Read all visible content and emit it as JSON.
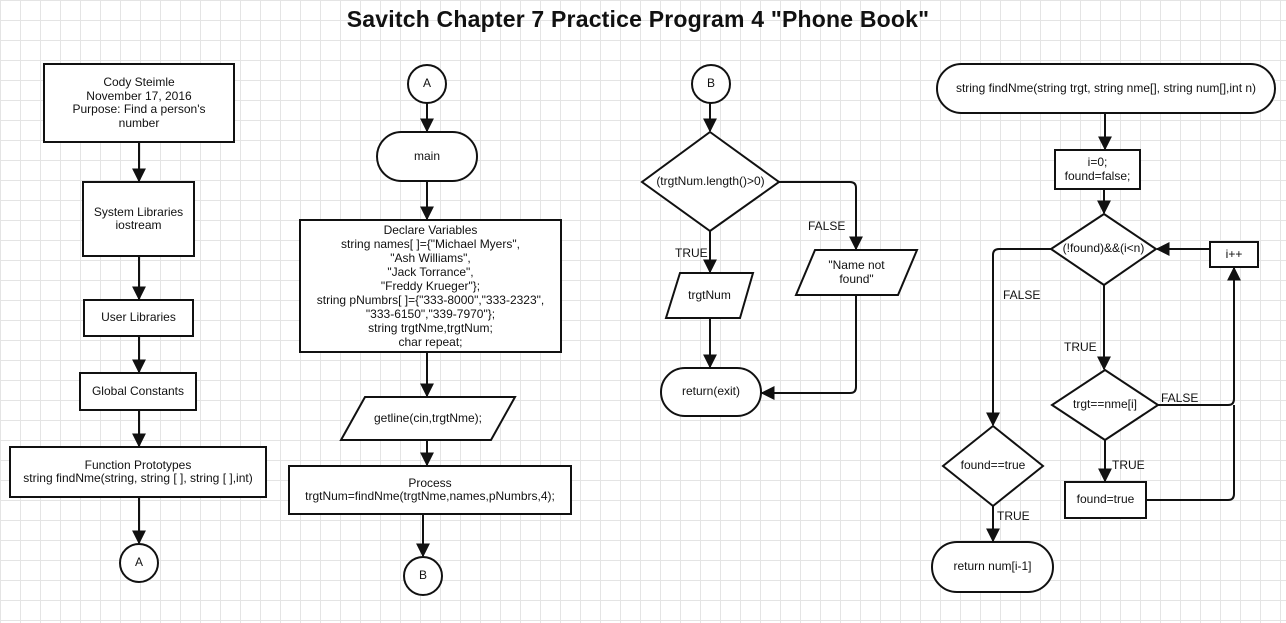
{
  "title": "Savitch Chapter 7 Practice Program 4 \"Phone Book\"",
  "column1": {
    "header": "Cody Steimle\nNovember 17, 2016\nPurpose: Find a person's\nnumber",
    "system_libraries": "System Libraries\niostream",
    "user_libraries": "User Libraries",
    "global_constants": "Global Constants",
    "function_prototypes": "Function Prototypes\nstring findNme(string, string [ ], string [ ],int)",
    "connector": "A"
  },
  "column2": {
    "connector_in": "A",
    "main": "main",
    "declare": "Declare Variables\nstring names[ ]={\"Michael Myers\",\n\"Ash Williams\",\n\"Jack Torrance\",\n\"Freddy Krueger\"};\nstring pNumbrs[ ]={\"333-8000\",\"333-2323\",\n\"333-6150\",\"339-7970\"};\nstring trgtNme,trgtNum;\nchar repeat;",
    "input": "getline(cin,trgtNme);",
    "process": "Process\ntrgtNum=findNme(trgtNme,names,pNumbrs,4);",
    "connector_out": "B"
  },
  "column3": {
    "connector_in": "B",
    "decision": "(trgtNum.length()>0)",
    "true_label": "TRUE",
    "false_label": "FALSE",
    "output_true": "trgtNum",
    "output_false": "\"Name not\nfound\"",
    "end": "return(exit)"
  },
  "column4": {
    "function_start": "string findNme(string trgt, string nme[], string num[],int n)",
    "init": "i=0;\nfound=false;",
    "loop_decision": "(!found)&&(i<n)",
    "increment": "i++",
    "loop_true": "TRUE",
    "loop_false": "FALSE",
    "compare_decision": "trgt==nme[i]",
    "compare_true": "TRUE",
    "compare_false": "FALSE",
    "set_found": "found=true",
    "found_decision": "found==true",
    "found_true": "TRUE",
    "return": "return num[i-1]"
  }
}
